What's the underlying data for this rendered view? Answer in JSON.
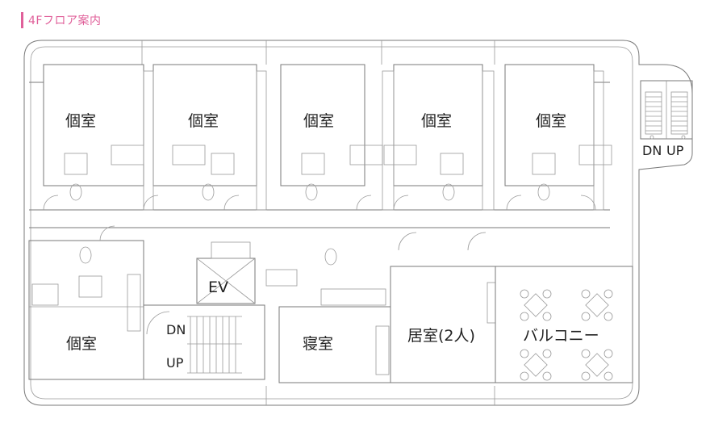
{
  "header": {
    "title": "4Fフロア案内",
    "accent_color": "#e0609a"
  },
  "rooms": [
    {
      "key": "private-room-1",
      "label": "個室"
    },
    {
      "key": "private-room-2",
      "label": "個室"
    },
    {
      "key": "private-room-3",
      "label": "個室"
    },
    {
      "key": "private-room-4",
      "label": "個室"
    },
    {
      "key": "private-room-5",
      "label": "個室"
    },
    {
      "key": "private-room-6",
      "label": "個室"
    },
    {
      "key": "bedroom",
      "label": "寝室"
    },
    {
      "key": "living-room",
      "label": "居室(2人)"
    },
    {
      "key": "balcony",
      "label": "バルコニー"
    },
    {
      "key": "elevator",
      "label": "EV"
    }
  ],
  "stairs": {
    "main_down": "DN",
    "main_up": "UP",
    "side_down": "DN",
    "side_up": "UP"
  },
  "colors": {
    "line": "#7a7a7a",
    "text": "#222222"
  }
}
